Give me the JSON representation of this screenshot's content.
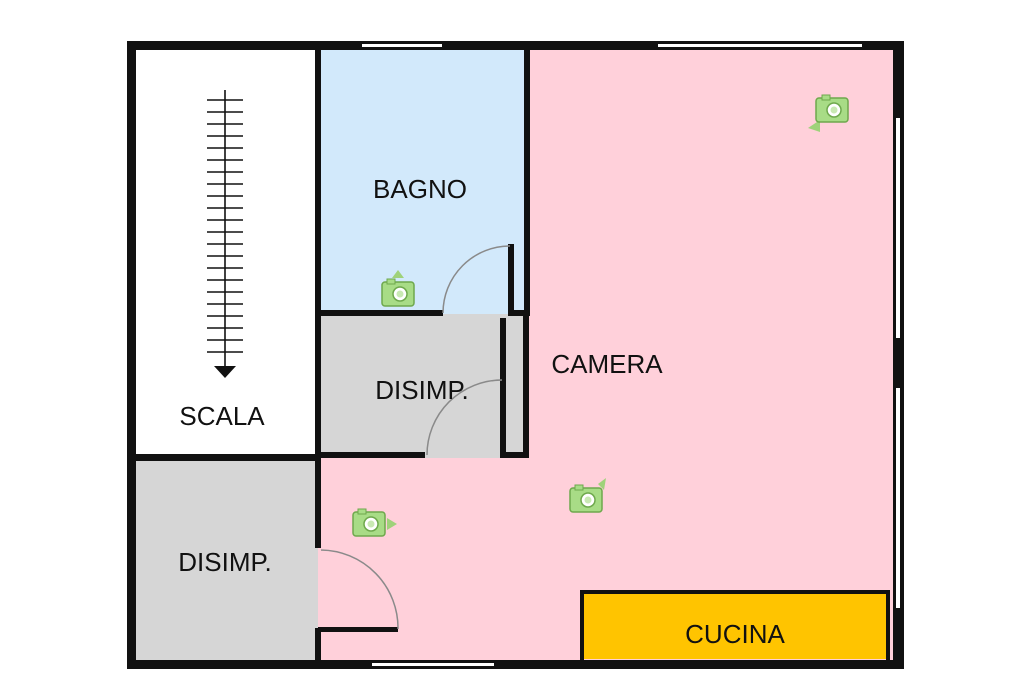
{
  "rooms": {
    "scala": "SCALA",
    "bagno": "BAGNO",
    "disimp_upper": "DISIMP.",
    "disimp_lower": "DISIMP.",
    "camera": "CAMERA",
    "cucina": "CUCINA"
  },
  "colors": {
    "wall": "#111111",
    "camera": "#ffd0da",
    "bagno": "#d2e9fb",
    "disimp": "#d6d6d6",
    "scala": "#ffffff",
    "cucina": "#ffc400",
    "door_arc": "#8a8a8a",
    "camera_icon": "#9fd27a"
  },
  "icons": [
    "camera-icon",
    "camera-icon",
    "camera-icon",
    "camera-icon"
  ]
}
